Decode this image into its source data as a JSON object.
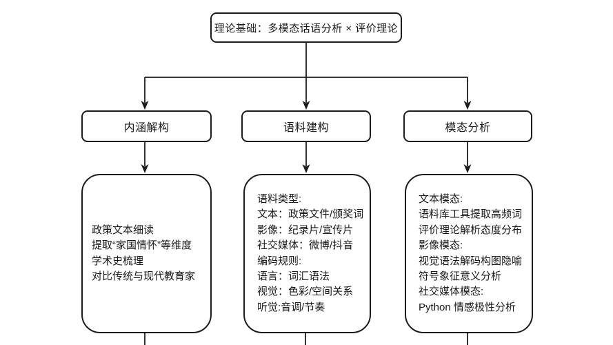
{
  "diagram": {
    "colors": {
      "stroke": "#1c1c1c",
      "text": "#1a1a1a",
      "background": "#ffffff"
    },
    "root": {
      "label": "理论基础：多模态话语分析 × 评价理论"
    },
    "branches": [
      {
        "label": "内涵解构",
        "detail_lines": [
          "政策文本细读",
          "提取“家国情怀”等维度",
          "学术史梳理",
          "对比传统与现代教育家"
        ]
      },
      {
        "label": "语料建构",
        "detail_lines": [
          "语料类型:",
          "文本：政策文件/颁奖词",
          "影像：纪录片/宣传片",
          "社交媒体：微博/抖音",
          "编码规则:",
          "语言：词汇语法",
          "视觉：色彩/空间关系",
          "听觉:音调/节奏"
        ]
      },
      {
        "label": "模态分析",
        "detail_lines": [
          "文本模态:",
          "语料库工具提取高频词",
          "评价理论解析态度分布",
          "影像模态:",
          "视觉语法解码构图隐喻",
          "符号象征意义分析",
          "社交媒体模态:",
          "Python 情感极性分析"
        ]
      }
    ]
  }
}
